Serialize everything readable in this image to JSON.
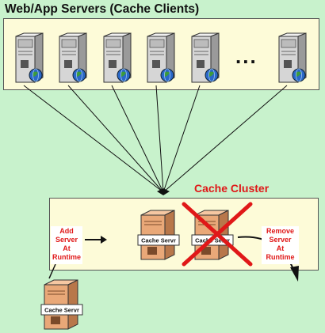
{
  "diagram": {
    "title": "Web/App Servers (Cache Clients)",
    "cluster_title": "Cache Cluster",
    "ellipsis": "...",
    "add_label": [
      "Add",
      "Server",
      "At",
      "Runtime"
    ],
    "remove_label": [
      "Remove",
      "Server",
      "At",
      "Runtime"
    ],
    "cache_server_label": "Cache Servr",
    "colors": {
      "background": "#c8f2cc",
      "panel": "#fdfbd8",
      "accent_red": "#e01818",
      "cache_server_body": "#e9a878",
      "web_server_body": "#d6d6d6",
      "globe": "#2a68c8"
    },
    "icons": [
      "web-server-icon",
      "globe-icon",
      "cache-server-icon",
      "red-x-icon",
      "arrow-icon"
    ]
  }
}
